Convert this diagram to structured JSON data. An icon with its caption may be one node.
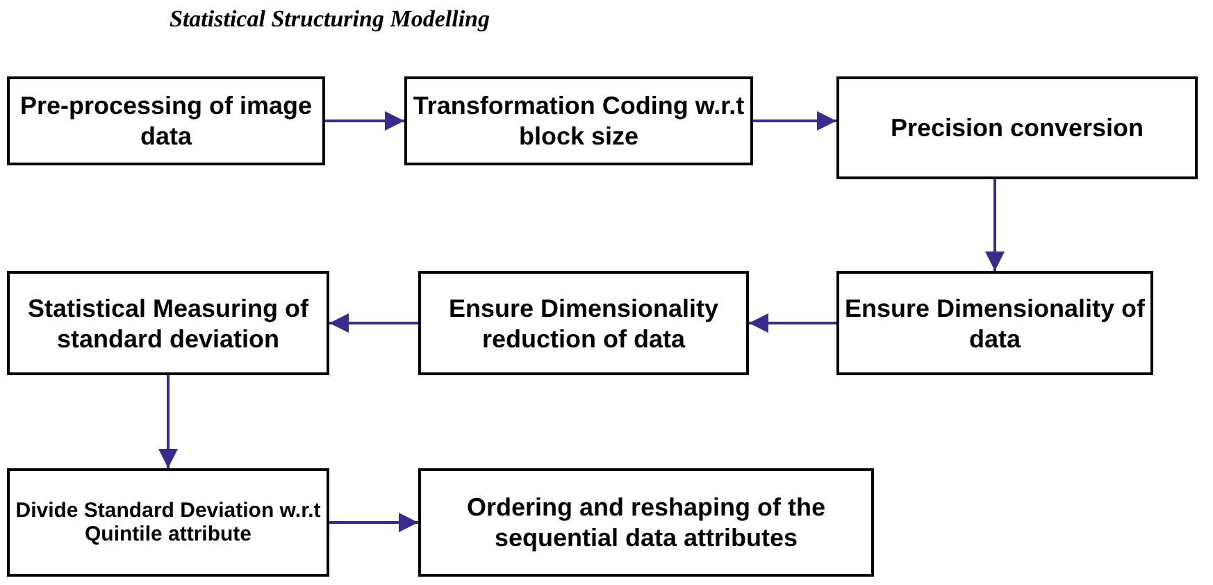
{
  "diagram": {
    "title": "Statistical Structuring Modelling",
    "nodes": [
      {
        "text": [
          "Pre-processing of image data"
        ]
      },
      {
        "text": [
          "Transformation Coding w.r.t block size"
        ]
      },
      {
        "text": [
          "Precision conversion"
        ]
      },
      {
        "text": [
          "Ensure Dimensionality of data"
        ]
      },
      {
        "text": [
          "Ensure Dimensionality reduction of data"
        ]
      },
      {
        "text": [
          "Statistical Measuring of standard deviation"
        ]
      },
      {
        "text": [
          "Divide Standard Deviation w.r.t Quintile attribute"
        ]
      },
      {
        "text": [
          "Ordering and reshaping of the sequential data attributes"
        ]
      }
    ],
    "edges": [
      {
        "from": 0,
        "to": 1,
        "arrow": "to"
      },
      {
        "from": 1,
        "to": 2,
        "arrow": "to"
      },
      {
        "from": 2,
        "to": 3,
        "arrow": "to"
      },
      {
        "from": 3,
        "to": 4,
        "arrow": "to"
      },
      {
        "from": 4,
        "to": 5,
        "arrow": "to"
      },
      {
        "from": 5,
        "to": 6,
        "arrow": "to"
      },
      {
        "from": 6,
        "to": 7,
        "arrow": "to"
      }
    ]
  }
}
